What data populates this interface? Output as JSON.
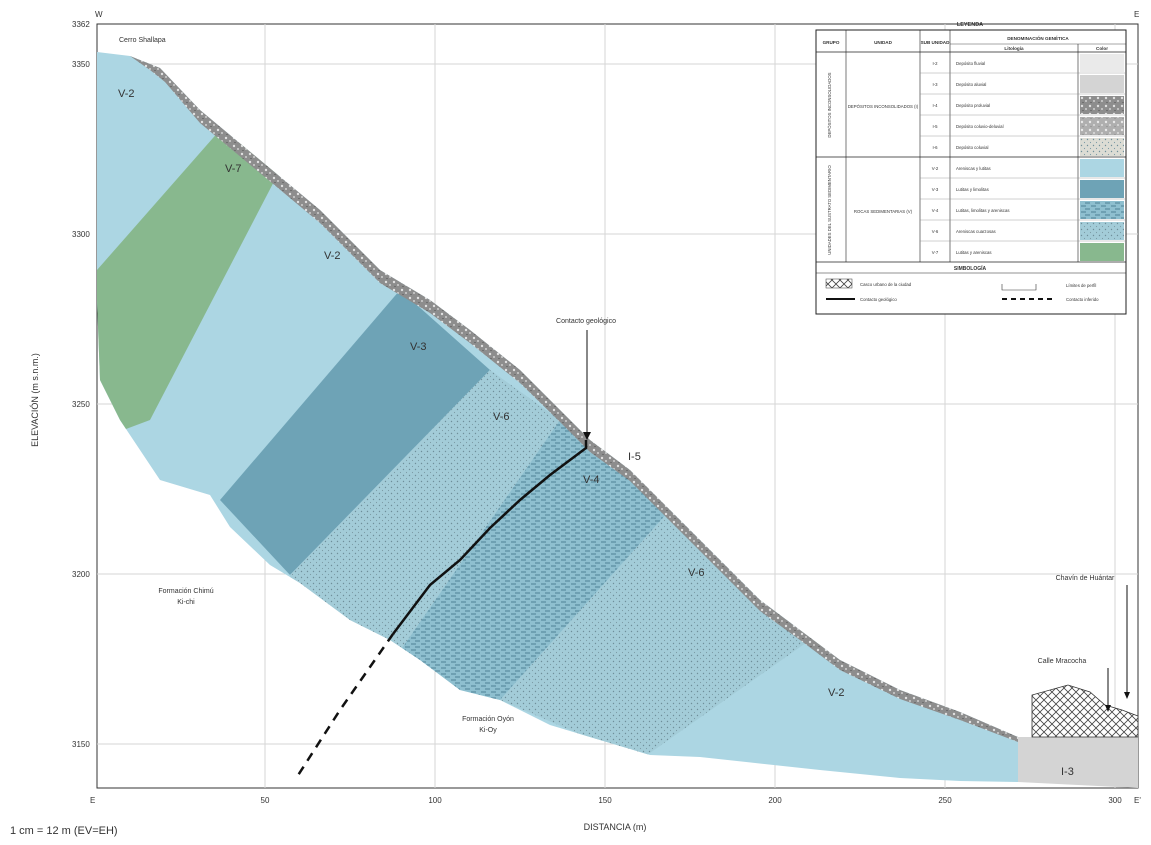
{
  "axes": {
    "ylabel": "ELEVACIÓN (m s.n.m.)",
    "xlabel": "DISTANCIA (m)",
    "y_ticks": [
      "3362",
      "3350",
      "3300",
      "3250",
      "3200",
      "3150"
    ],
    "x_ticks": [
      "50",
      "100",
      "150",
      "200",
      "250",
      "300"
    ],
    "top_left_letter": "W",
    "bottom_left_letter": "E",
    "top_right_letter": "E",
    "bottom_right_letter": "E'",
    "scale": "1 cm = 12 m (EV=EH)"
  },
  "places": {
    "cerro": "Cerro Shallapa",
    "chavin": "Chavín de Huántar",
    "calle": "Calle Mracocha",
    "contacto": "Contacto geológico",
    "form_chimu": "Formación Chimú",
    "form_chimu_code": "Ki-chi",
    "form_oyon": "Formación Oyón",
    "form_oyon_code": "Ki-Oy"
  },
  "units": {
    "v2_top": "V-2",
    "v7": "V-7",
    "v2_mid": "V-2",
    "v3": "V-3",
    "v6_a": "V-6",
    "i5": "I-5",
    "v4": "V-4",
    "v6_b": "V-6",
    "v2_low": "V-2",
    "i3": "I-3"
  },
  "legend": {
    "title": "LEYENDA",
    "headers": [
      "GRUPO",
      "UNIDAD",
      "SUB UNIDAD",
      "DENOMINACIÓN GENÉTICA",
      "Litología",
      "Color"
    ],
    "group1": "DEPÓSITOS INCONSOLIDADOS",
    "group2": "UNIDADES DEL SUSTRATO SEDIMENTARIO",
    "unit1": "DEPÓSITOS INCONSOLIDADOS (I)",
    "unit2": "ROCAS SEDIMENTARIAS (V)",
    "rows": [
      {
        "code": "I-2",
        "text": "Depósito fluvial",
        "color": "#eaeaea"
      },
      {
        "code": "I-3",
        "text": "Depósito aluvial",
        "color": "#d4d4d4"
      },
      {
        "code": "I-4",
        "text": "Depósito proluvial",
        "color": "#a0a0a0"
      },
      {
        "code": "I-5",
        "text": "Depósito coluvio-deluvial",
        "color": "#b8b8b8"
      },
      {
        "code": "I-6",
        "text": "Depósito coluvial",
        "color": "#dcdcd4"
      },
      {
        "code": "V-2",
        "text": "Areniscas y lutitas",
        "color": "#acd6e3"
      },
      {
        "code": "V-3",
        "text": "Lutitas y limolitas",
        "color": "#6ea3b6"
      },
      {
        "code": "V-4",
        "text": "Lutitas, limolitas y areniscas",
        "color": "#8ebfcf"
      },
      {
        "code": "V-6",
        "text": "Areniscas cuarzosas",
        "color": "#a3ccd8"
      },
      {
        "code": "V-7",
        "text": "Lutitas y areniscas",
        "color": "#88b88e"
      }
    ],
    "simbologia": "SIMBOLOGÍA",
    "sym": [
      "Casco urbano de la ciudad",
      "Contacto geológico",
      "Límites de perfil",
      "Contacto inferido"
    ]
  }
}
